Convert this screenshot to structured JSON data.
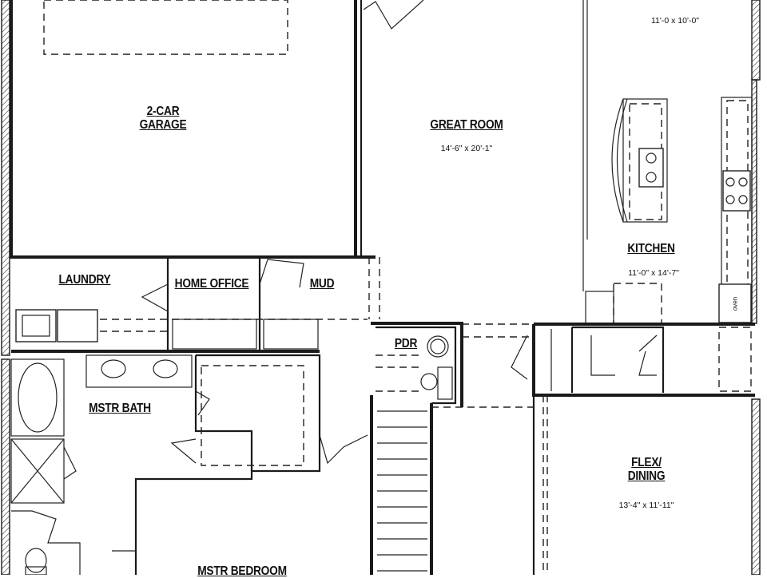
{
  "rooms": {
    "garage": {
      "line1": "2-CAR",
      "line2": "GARAGE"
    },
    "great_room": {
      "name": "GREAT ROOM",
      "dims": "14'-6\" x 20'-1\""
    },
    "top_right": {
      "dims": "11'-0  x 10'-0\""
    },
    "kitchen": {
      "name": "KITCHEN",
      "dims": "11'-0\" x 14'-7\""
    },
    "laundry": {
      "name": "LAUNDRY"
    },
    "home_office": {
      "name": "HOME OFFICE"
    },
    "mud": {
      "name": "MUD"
    },
    "pdr": {
      "name": "PDR"
    },
    "mstr_bath": {
      "name": "MSTR BATH"
    },
    "flex": {
      "line1": "FLEX/",
      "line2": "DINING",
      "dims": "13'-4\" x 11'-11\""
    },
    "mstr_bedroom": {
      "name": "MSTR BEDROOM"
    }
  },
  "fixtures": {
    "oven": "oven"
  }
}
